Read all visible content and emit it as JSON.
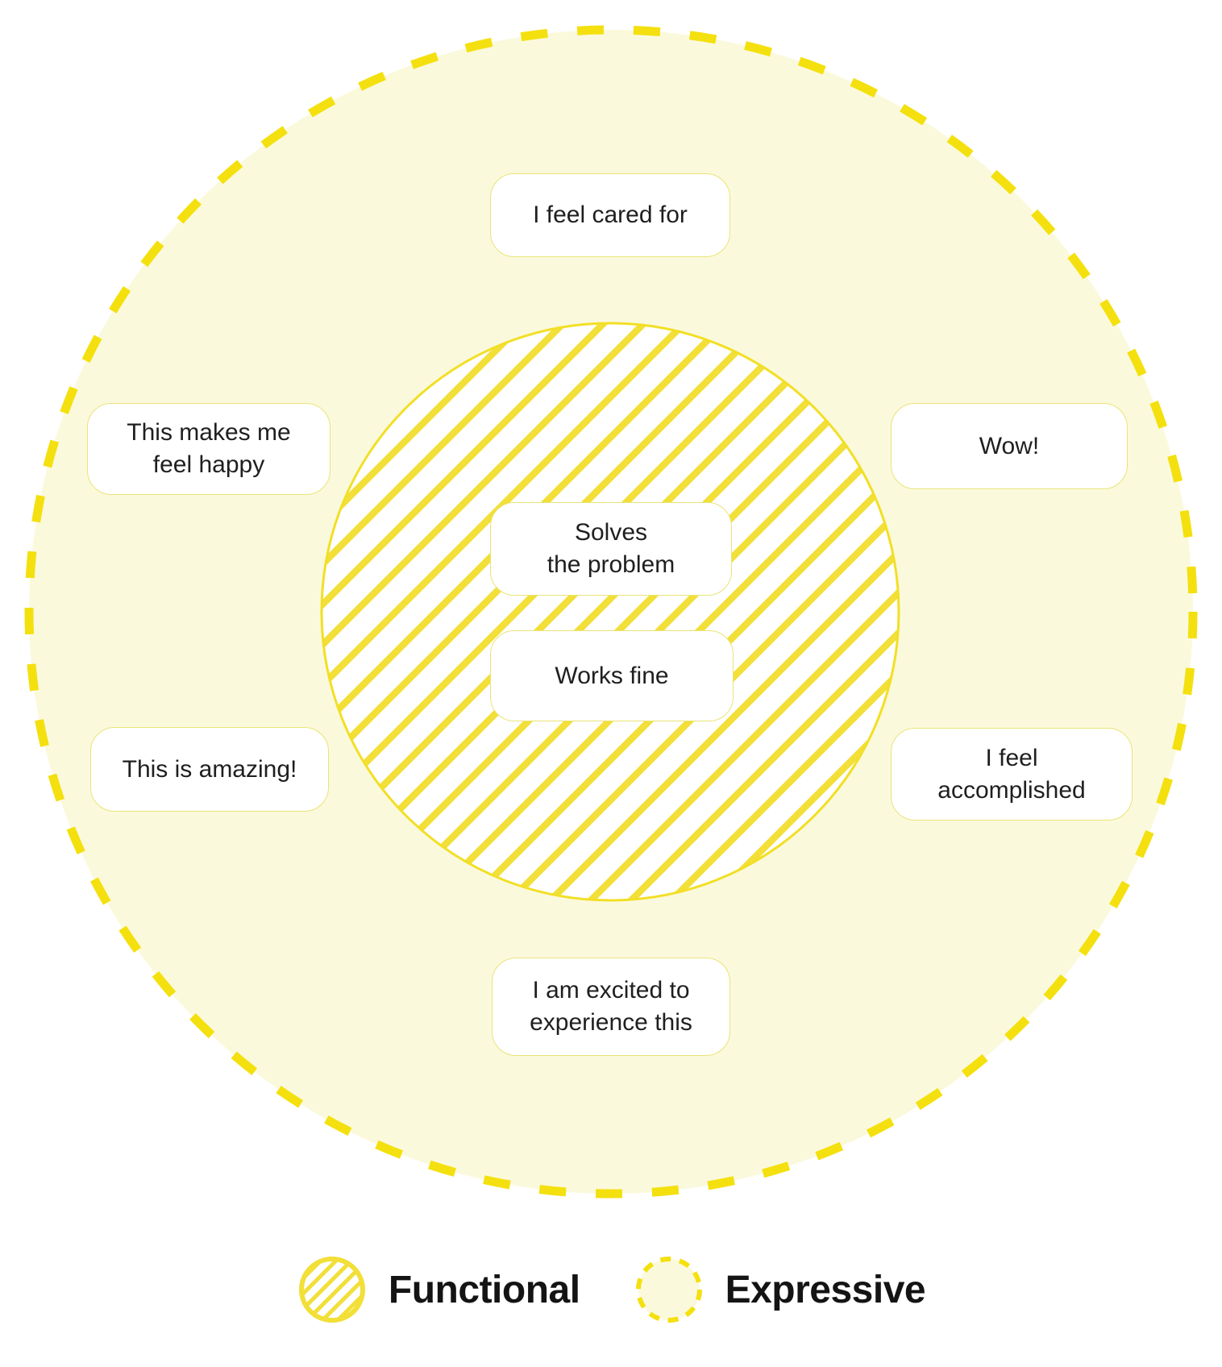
{
  "diagram": {
    "title_semantic": "Functional vs Expressive experience zones",
    "quotes": [
      {
        "id": "cared-for",
        "text": "I feel cared for",
        "zone": "expressive"
      },
      {
        "id": "makes-happy",
        "text": "This makes me\nfeel happy",
        "zone": "expressive"
      },
      {
        "id": "wow",
        "text": "Wow!",
        "zone": "expressive"
      },
      {
        "id": "solves-problem",
        "text": "Solves\nthe problem",
        "zone": "functional"
      },
      {
        "id": "works-fine",
        "text": "Works fine",
        "zone": "functional"
      },
      {
        "id": "amazing",
        "text": "This is amazing!",
        "zone": "expressive"
      },
      {
        "id": "accomplished",
        "text": "I feel\naccomplished",
        "zone": "expressive"
      },
      {
        "id": "excited",
        "text": "I am excited to\nexperience this",
        "zone": "expressive"
      }
    ],
    "colors": {
      "dash": "#F4E00E",
      "stripe": "#F2DF38",
      "inner_stroke": "#F2DF25",
      "fill_light": "#FBF9DC",
      "box_border": "#E9E478",
      "box_bg": "#FFFFFF",
      "text": "#1F1F1F"
    }
  },
  "legend": {
    "functional_label": "Functional",
    "expressive_label": "Expressive"
  }
}
